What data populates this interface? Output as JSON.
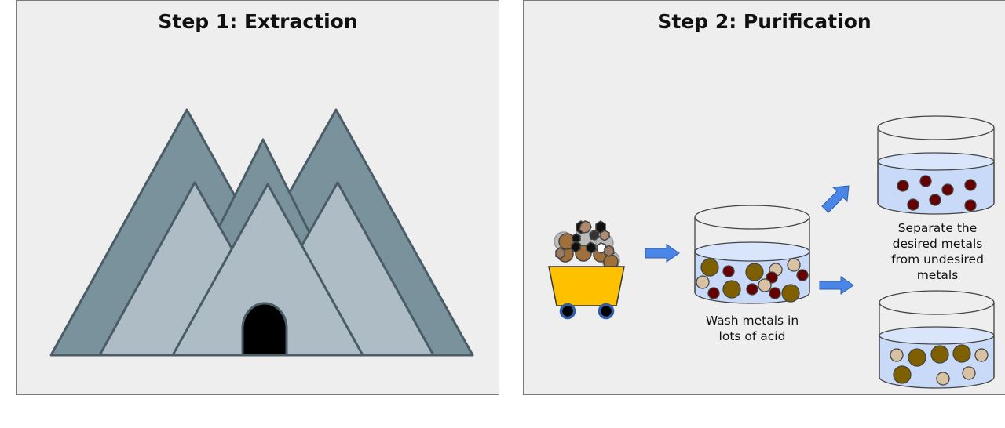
{
  "step1": {
    "title": "Step 1: Extraction"
  },
  "step2": {
    "title": "Step 2: Purification",
    "wash_caption": [
      "Wash metals in",
      "lots of acid"
    ],
    "separate_caption": [
      "Separate the",
      "desired metals",
      "from undesired",
      "metals"
    ]
  },
  "colors": {
    "panel_bg": "#eeeeee",
    "mountain_dark": "#7a929c",
    "mountain_light": "#adbcc5",
    "mountain_stroke": "#4a5d66",
    "cart_yellow": "#ffc000",
    "wheel_blue": "#2f5fa8",
    "arrow_blue": "#4a86e8",
    "liquid": "#c9daf8",
    "ore_dark_brown": "#7f6000",
    "ore_maroon": "#660000",
    "ore_tan": "#d9c2a3",
    "ore_brown": "#a0703a"
  }
}
